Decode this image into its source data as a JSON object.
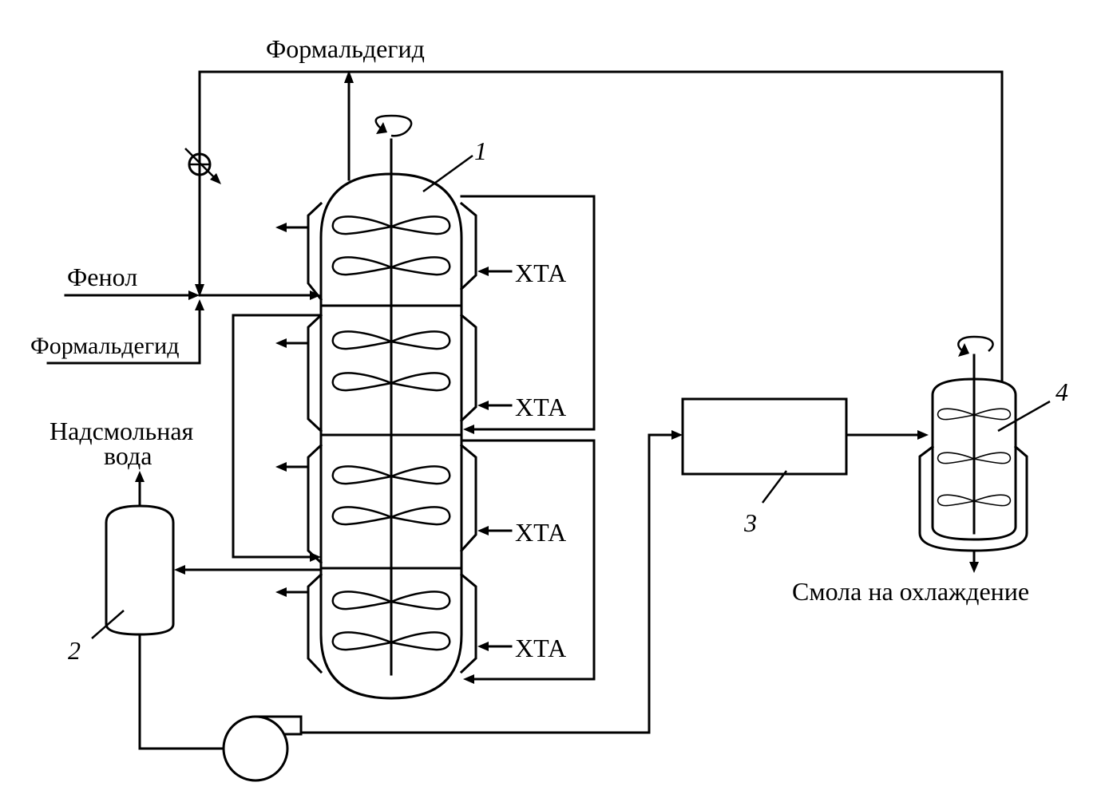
{
  "labels": {
    "formaldehyde_top": "Формальдегид",
    "phenol": "Фенол",
    "formaldehyde_left": "Формальдегид",
    "tar_water_line1": "Надсмольная",
    "tar_water_line2": "вода",
    "coolant": [
      "ХТА",
      "ХТА",
      "ХТА",
      "ХТА"
    ],
    "resin_out": "Смола на охлаждение"
  },
  "equipment_numbers": {
    "reactor": "1",
    "separator": "2",
    "unit3": "3",
    "reactor2": "4"
  }
}
